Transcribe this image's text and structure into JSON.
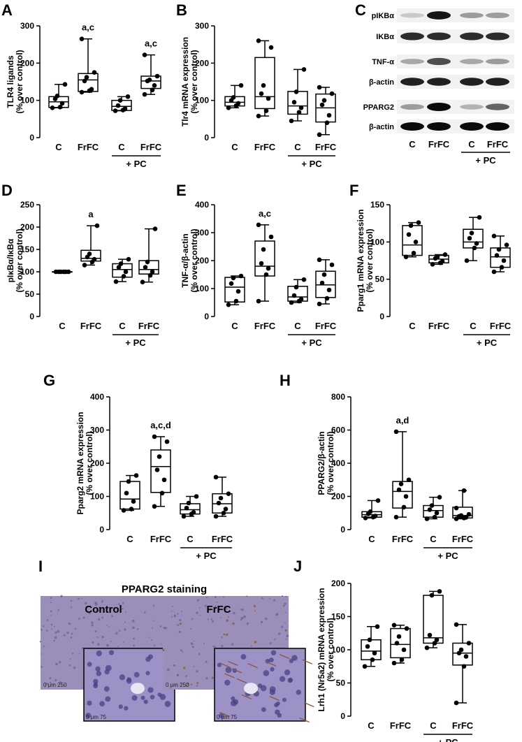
{
  "panel_letters": [
    "A",
    "B",
    "C",
    "D",
    "E",
    "F",
    "G",
    "H",
    "I",
    "J"
  ],
  "chart_data": [
    {
      "panel": "A",
      "type": "box",
      "ylabel": [
        "TLR4 ligands",
        "(% over control)"
      ],
      "ylim": [
        0,
        300
      ],
      "yticks": [
        0,
        100,
        200,
        300
      ],
      "categories": [
        "C",
        "FrFC",
        "C",
        "FrFC"
      ],
      "group_label": "+ PC",
      "annotations": [
        {
          "index": 1,
          "text": "a,c"
        },
        {
          "index": 3,
          "text": "a,c"
        }
      ],
      "boxes": [
        {
          "min": 80,
          "q1": 81,
          "median": 96,
          "q3": 110,
          "max": 143,
          "points": [
            80,
            82,
            92,
            104,
            112,
            143
          ]
        },
        {
          "min": 122,
          "q1": 124,
          "median": 155,
          "q3": 172,
          "max": 265,
          "points": [
            122,
            126,
            130,
            152,
            162,
            175,
            265
          ]
        },
        {
          "min": 72,
          "q1": 73,
          "median": 84,
          "q3": 100,
          "max": 110,
          "points": [
            72,
            74,
            78,
            86,
            100,
            110
          ]
        },
        {
          "min": 116,
          "q1": 132,
          "median": 152,
          "q3": 165,
          "max": 222,
          "points": [
            116,
            128,
            140,
            152,
            155,
            165,
            222
          ]
        }
      ]
    },
    {
      "panel": "B",
      "type": "box",
      "ylabel": [
        "Tlr4 mRNA expression",
        "(% over control)"
      ],
      "ylim": [
        0,
        300
      ],
      "yticks": [
        0,
        100,
        200,
        300
      ],
      "categories": [
        "C",
        "FrFC",
        "C",
        "FrFC"
      ],
      "group_label": "+ PC",
      "annotations": [],
      "boxes": [
        {
          "min": 80,
          "q1": 85,
          "median": 95,
          "q3": 110,
          "max": 140,
          "points": [
            80,
            86,
            92,
            100,
            108,
            140
          ]
        },
        {
          "min": 58,
          "q1": 78,
          "median": 110,
          "q3": 215,
          "max": 260,
          "points": [
            58,
            72,
            105,
            118,
            140,
            242,
            260
          ]
        },
        {
          "min": 45,
          "q1": 63,
          "median": 85,
          "q3": 124,
          "max": 183,
          "points": [
            45,
            68,
            80,
            95,
            123,
            183
          ]
        },
        {
          "min": 8,
          "q1": 42,
          "median": 80,
          "q3": 117,
          "max": 135,
          "points": [
            8,
            40,
            60,
            88,
            100,
            118,
            135
          ]
        }
      ]
    },
    {
      "panel": "D",
      "type": "box",
      "ylabel": [
        "pIκBα/IκBα",
        "(% over control)"
      ],
      "ylim": [
        0,
        250
      ],
      "yticks": [
        0,
        50,
        100,
        150,
        200,
        250
      ],
      "categories": [
        "C",
        "FrFC",
        "C",
        "FrFC"
      ],
      "group_label": "+ PC",
      "annotations": [
        {
          "index": 1,
          "text": "a"
        }
      ],
      "boxes": [
        {
          "min": 100,
          "q1": 100,
          "median": 100,
          "q3": 100,
          "max": 100,
          "points": [
            100,
            100,
            100,
            100,
            100,
            100
          ]
        },
        {
          "min": 115,
          "q1": 124,
          "median": 130,
          "q3": 148,
          "max": 203,
          "points": [
            115,
            122,
            128,
            133,
            140,
            203
          ]
        },
        {
          "min": 78,
          "q1": 88,
          "median": 105,
          "q3": 118,
          "max": 128,
          "points": [
            78,
            90,
            100,
            110,
            118,
            128
          ]
        },
        {
          "min": 77,
          "q1": 95,
          "median": 105,
          "q3": 125,
          "max": 196,
          "points": [
            77,
            92,
            100,
            110,
            122,
            196
          ]
        }
      ]
    },
    {
      "panel": "E",
      "type": "box",
      "ylabel": [
        "TNF-α/β-actin",
        "(% over control)"
      ],
      "ylim": [
        0,
        400
      ],
      "yticks": [
        0,
        100,
        200,
        300,
        400
      ],
      "categories": [
        "C",
        "FrFC",
        "C",
        "FrFC"
      ],
      "group_label": "+ PC",
      "annotations": [
        {
          "index": 1,
          "text": "a,c"
        }
      ],
      "boxes": [
        {
          "min": 42,
          "q1": 52,
          "median": 105,
          "q3": 140,
          "max": 145,
          "points": [
            42,
            55,
            90,
            118,
            138,
            145
          ]
        },
        {
          "min": 55,
          "q1": 145,
          "median": 180,
          "q3": 270,
          "max": 328,
          "points": [
            55,
            150,
            172,
            190,
            240,
            285,
            328
          ]
        },
        {
          "min": 50,
          "q1": 55,
          "median": 70,
          "q3": 108,
          "max": 132,
          "points": [
            50,
            55,
            62,
            75,
            105,
            132
          ]
        },
        {
          "min": 45,
          "q1": 68,
          "median": 113,
          "q3": 162,
          "max": 203,
          "points": [
            45,
            65,
            95,
            120,
            150,
            185,
            203
          ]
        }
      ]
    },
    {
      "panel": "F",
      "type": "box",
      "ylabel": [
        "Pparg1 mRNA expression",
        "(% over control)"
      ],
      "ylim": [
        0,
        150
      ],
      "yticks": [
        0,
        50,
        100,
        150
      ],
      "categories": [
        "C",
        "FrFC",
        "C",
        "FrFC"
      ],
      "group_label": "+ PC",
      "annotations": [],
      "boxes": [
        {
          "min": 80,
          "q1": 82,
          "median": 96,
          "q3": 122,
          "max": 126,
          "points": [
            80,
            85,
            100,
            110,
            122,
            126
          ]
        },
        {
          "min": 70,
          "q1": 72,
          "median": 77,
          "q3": 82,
          "max": 83,
          "points": [
            70,
            72,
            74,
            78,
            80,
            83
          ]
        },
        {
          "min": 75,
          "q1": 92,
          "median": 100,
          "q3": 117,
          "max": 133,
          "points": [
            75,
            92,
            98,
            105,
            112,
            133
          ]
        },
        {
          "min": 60,
          "q1": 66,
          "median": 80,
          "q3": 92,
          "max": 108,
          "points": [
            60,
            66,
            75,
            82,
            90,
            96,
            108
          ]
        }
      ]
    },
    {
      "panel": "G",
      "type": "box",
      "ylabel": [
        "Pparg2 mRNA expression",
        "(% over control)"
      ],
      "ylim": [
        0,
        400
      ],
      "yticks": [
        0,
        100,
        200,
        300,
        400
      ],
      "categories": [
        "C",
        "FrFC",
        "C",
        "FrFC"
      ],
      "group_label": "+ PC",
      "annotations": [
        {
          "index": 1,
          "text": "a,c,d"
        }
      ],
      "boxes": [
        {
          "min": 58,
          "q1": 62,
          "median": 92,
          "q3": 145,
          "max": 163,
          "points": [
            58,
            62,
            85,
            110,
            145,
            163
          ]
        },
        {
          "min": 70,
          "q1": 112,
          "median": 190,
          "q3": 240,
          "max": 280,
          "points": [
            70,
            110,
            150,
            180,
            220,
            265,
            280
          ]
        },
        {
          "min": 40,
          "q1": 47,
          "median": 60,
          "q3": 78,
          "max": 100,
          "points": [
            40,
            47,
            52,
            65,
            80,
            100
          ]
        },
        {
          "min": 40,
          "q1": 50,
          "median": 78,
          "q3": 108,
          "max": 158,
          "points": [
            40,
            50,
            62,
            80,
            95,
            108,
            158
          ]
        }
      ]
    },
    {
      "panel": "H",
      "type": "box",
      "ylabel": [
        "PPARG2/β-actin",
        "(% over control)"
      ],
      "ylim": [
        0,
        800
      ],
      "yticks": [
        0,
        200,
        400,
        600,
        800
      ],
      "categories": [
        "C",
        "FrFC",
        "C",
        "FrFC"
      ],
      "group_label": "+ PC",
      "annotations": [
        {
          "index": 1,
          "text": "a,d"
        }
      ],
      "boxes": [
        {
          "min": 70,
          "q1": 75,
          "median": 90,
          "q3": 108,
          "max": 175,
          "points": [
            70,
            75,
            82,
            95,
            108,
            175
          ]
        },
        {
          "min": 75,
          "q1": 130,
          "median": 230,
          "q3": 290,
          "max": 590,
          "points": [
            75,
            135,
            200,
            240,
            275,
            300,
            590
          ]
        },
        {
          "min": 65,
          "q1": 75,
          "median": 115,
          "q3": 145,
          "max": 195,
          "points": [
            65,
            75,
            100,
            120,
            145,
            195
          ]
        },
        {
          "min": 65,
          "q1": 70,
          "median": 85,
          "q3": 135,
          "max": 235,
          "points": [
            65,
            70,
            74,
            80,
            85,
            92,
            130,
            235
          ]
        }
      ]
    },
    {
      "panel": "J",
      "type": "box",
      "ylabel": [
        "Lrh1 (Nr5a2) mRNA expression",
        "(% over control)"
      ],
      "ylim": [
        0,
        200
      ],
      "yticks": [
        0,
        50,
        100,
        150,
        200
      ],
      "categories": [
        "C",
        "FrFC",
        "C",
        "FrFC"
      ],
      "group_label": "+ PC",
      "annotations": [],
      "boxes": [
        {
          "min": 75,
          "q1": 85,
          "median": 98,
          "q3": 115,
          "max": 135,
          "points": [
            75,
            85,
            95,
            105,
            115,
            135
          ]
        },
        {
          "min": 80,
          "q1": 88,
          "median": 108,
          "q3": 132,
          "max": 137,
          "points": [
            80,
            85,
            100,
            110,
            120,
            132,
            137
          ]
        },
        {
          "min": 103,
          "q1": 110,
          "median": 118,
          "q3": 182,
          "max": 188,
          "points": [
            103,
            110,
            115,
            122,
            182,
            188
          ]
        },
        {
          "min": 20,
          "q1": 77,
          "median": 95,
          "q3": 110,
          "max": 138,
          "points": [
            20,
            75,
            90,
            95,
            100,
            110,
            138
          ]
        }
      ]
    }
  ],
  "western_blot": {
    "rows": [
      "pIKBα",
      "IKBα",
      "TNF-α",
      "β-actin",
      "PPARG2",
      "β-actin"
    ],
    "lanes": [
      "C",
      "FrFC",
      "C",
      "FrFC"
    ],
    "group_label": "+ PC",
    "band_intensity": [
      [
        0.15,
        0.95,
        0.35,
        0.35
      ],
      [
        0.85,
        0.85,
        0.85,
        0.85
      ],
      [
        0.3,
        0.7,
        0.3,
        0.35
      ],
      [
        0.9,
        0.9,
        0.9,
        0.9
      ],
      [
        0.35,
        1.0,
        0.25,
        0.6
      ],
      [
        1.0,
        1.0,
        1.0,
        1.0
      ]
    ]
  },
  "histology": {
    "title": "PPARG2 staining",
    "images": [
      {
        "label": "Control",
        "scale_main": [
          "0",
          "μm",
          "250"
        ],
        "scale_inset": [
          "0",
          "μm",
          "75"
        ]
      },
      {
        "label": "FrFC",
        "scale_main": [
          "0",
          "μm",
          "250"
        ],
        "scale_inset": [
          "0",
          "μm",
          "75"
        ]
      }
    ]
  },
  "colors": {
    "ink": "#000000",
    "tissue": "#9a8fb8",
    "tissue_dark": "#6e6398",
    "inset": "#9c92c6",
    "nucleus": "#4a3f86",
    "brown": "#8a5a3a"
  }
}
